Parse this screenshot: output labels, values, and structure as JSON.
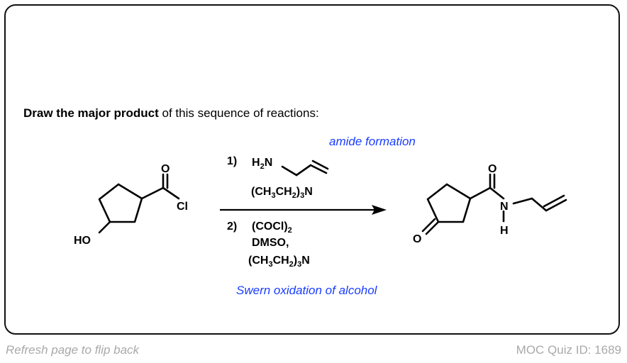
{
  "prompt": {
    "bold": "Draw the major product",
    "rest": " of this sequence of reactions:"
  },
  "annotations": {
    "top": "amide formation",
    "bottom": "Swern oxidation of alcohol"
  },
  "reagents": {
    "step1_number": "1)",
    "step1_amine_h": "H",
    "step1_amine_sub": "2",
    "step1_amine_n": "N",
    "step1_base": "(CH3CH2)3N",
    "step2_number": "2)",
    "step2_reagent": "(COCl)2",
    "step2_dmso": "DMSO,",
    "step2_base": "(CH3CH2)3N"
  },
  "reactant_labels": {
    "o": "O",
    "cl": "Cl",
    "ho": "HO"
  },
  "product_labels": {
    "o_amide": "O",
    "n": "N",
    "h": "H",
    "o_ketone": "O"
  },
  "colors": {
    "annotation": "#1a3cff",
    "footer": "#a9a9a9"
  },
  "footer": {
    "left": "Refresh page to flip back",
    "right": "MOC Quiz ID: 1689"
  }
}
